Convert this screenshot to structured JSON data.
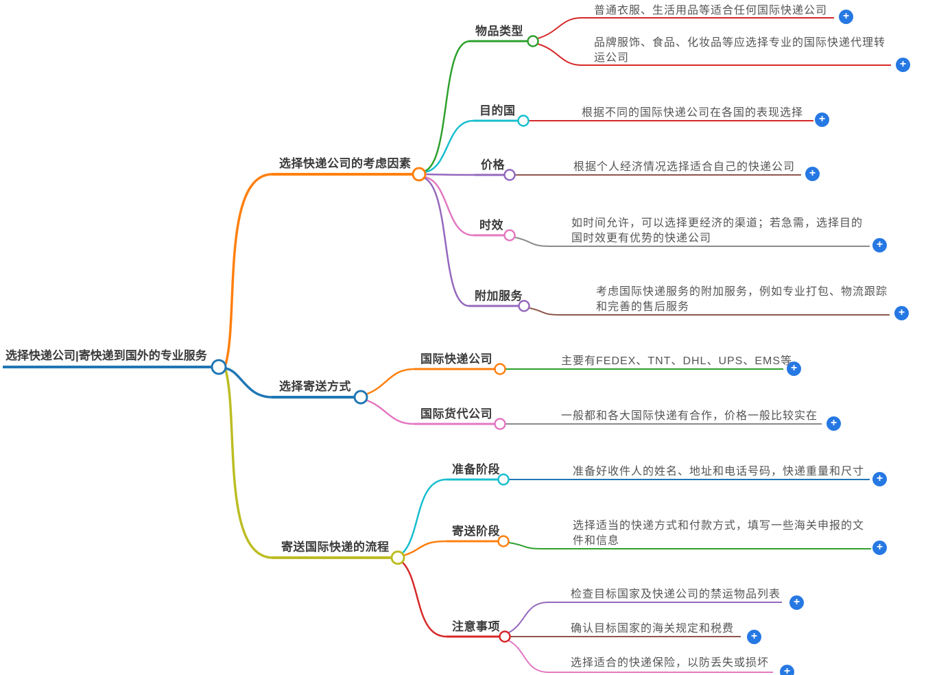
{
  "root": {
    "label": "选择快递公司|寄快递到国外的专业服务"
  },
  "branches": [
    {
      "label": "选择快递公司的考虑因素",
      "children": [
        {
          "label": "物品类型",
          "leaves": [
            "普通衣服、生活用品等适合任何国际快递公司",
            "品牌服饰、食品、化妆品等应选择专业的国际快递代理转运公司"
          ]
        },
        {
          "label": "目的国",
          "leaves": [
            "根据不同的国际快递公司在各国的表现选择"
          ]
        },
        {
          "label": "价格",
          "leaves": [
            "根据个人经济情况选择适合自己的快递公司"
          ]
        },
        {
          "label": "时效",
          "leaves": [
            "如时间允许，可以选择更经济的渠道；若急需，选择目的国时效更有优势的快递公司"
          ]
        },
        {
          "label": "附加服务",
          "leaves": [
            "考虑国际快递服务的附加服务，例如专业打包、物流跟踪和完善的售后服务"
          ]
        }
      ]
    },
    {
      "label": "选择寄送方式",
      "children": [
        {
          "label": "国际快递公司",
          "leaves": [
            "主要有FEDEX、TNT、DHL、UPS、EMS等"
          ]
        },
        {
          "label": "国际货代公司",
          "leaves": [
            "一般都和各大国际快递有合作，价格一般比较实在"
          ]
        }
      ]
    },
    {
      "label": "寄送国际快递的流程",
      "children": [
        {
          "label": "准备阶段",
          "leaves": [
            "准备好收件人的姓名、地址和电话号码，快递重量和尺寸"
          ]
        },
        {
          "label": "寄送阶段",
          "leaves": [
            "选择适当的快递方式和付款方式，填写一些海关申报的文件和信息"
          ]
        },
        {
          "label": "注意事项",
          "leaves": [
            "检查目标国家及快递公司的禁运物品列表",
            "确认目标国家的海关规定和税费",
            "选择适合的快递保险，以防丢失或损坏"
          ]
        }
      ]
    }
  ],
  "icons": {
    "add": "+"
  },
  "colors": {
    "blue": "#1f77b4",
    "orange": "#ff7f0e",
    "olive": "#bcbd22",
    "green": "#2ca02c",
    "cyan": "#17becf",
    "purple": "#9467bd",
    "pink": "#e377c2",
    "red": "#d62728",
    "brown": "#8c564b",
    "gray": "#8a8a8a",
    "plus_blue": "#2678e3",
    "node_text": "#3b3b3b",
    "leaf_text": "#555555"
  }
}
